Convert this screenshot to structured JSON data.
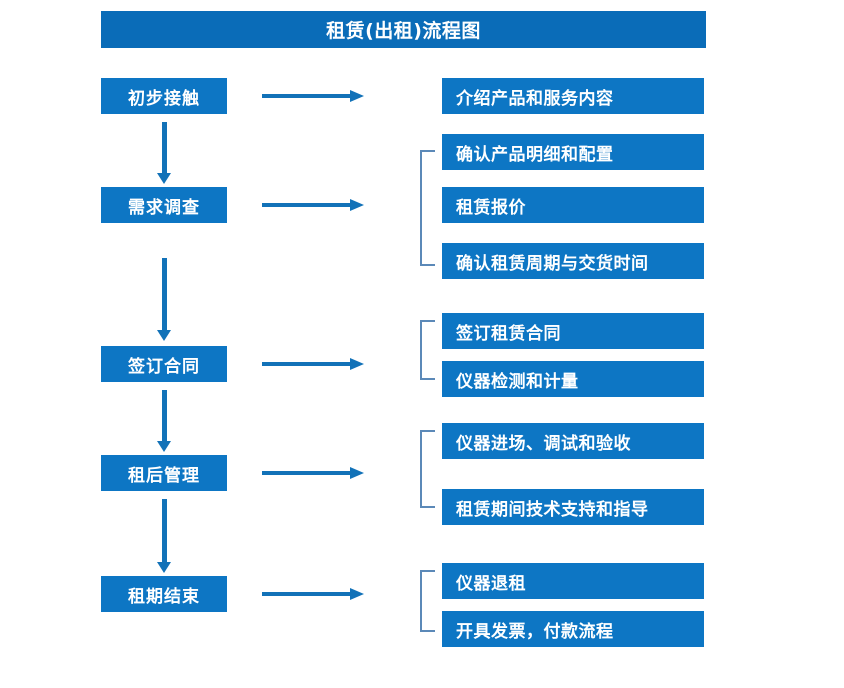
{
  "chart": {
    "title": "租赁(出租)流程图",
    "colors": {
      "title_bar": "#0a6cb8",
      "box_fill": "#0d76c4",
      "box_text": "#ffffff",
      "arrow": "#1272b8",
      "bracket": "#5b89b8",
      "background": "#ffffff"
    }
  },
  "stages": [
    {
      "label": "初步接触"
    },
    {
      "label": "需求调查"
    },
    {
      "label": "签订合同"
    },
    {
      "label": "租后管理"
    },
    {
      "label": "租期结束"
    }
  ],
  "details": [
    {
      "label": "介绍产品和服务内容"
    },
    {
      "label": "确认产品明细和配置"
    },
    {
      "label": "租赁报价"
    },
    {
      "label": "确认租赁周期与交货时间"
    },
    {
      "label": "签订租赁合同"
    },
    {
      "label": "仪器检测和计量"
    },
    {
      "label": "仪器进场、调试和验收"
    },
    {
      "label": "租赁期间技术支持和指导"
    },
    {
      "label": "仪器退租"
    },
    {
      "label": "开具发票，付款流程"
    }
  ],
  "groups": [
    {
      "stage": "初步接触",
      "details": [
        "介绍产品和服务内容"
      ],
      "bracketed": false
    },
    {
      "stage": "需求调查",
      "details": [
        "确认产品明细和配置",
        "租赁报价",
        "确认租赁周期与交货时间"
      ],
      "bracketed": true
    },
    {
      "stage": "签订合同",
      "details": [
        "签订租赁合同",
        "仪器检测和计量"
      ],
      "bracketed": true
    },
    {
      "stage": "租后管理",
      "details": [
        "仪器进场、调试和验收",
        "租赁期间技术支持和指导"
      ],
      "bracketed": true
    },
    {
      "stage": "租期结束",
      "details": [
        "仪器退租",
        "开具发票，付款流程"
      ],
      "bracketed": true
    }
  ],
  "flow_arrows": {
    "down_count": 4,
    "right_count": 5
  }
}
